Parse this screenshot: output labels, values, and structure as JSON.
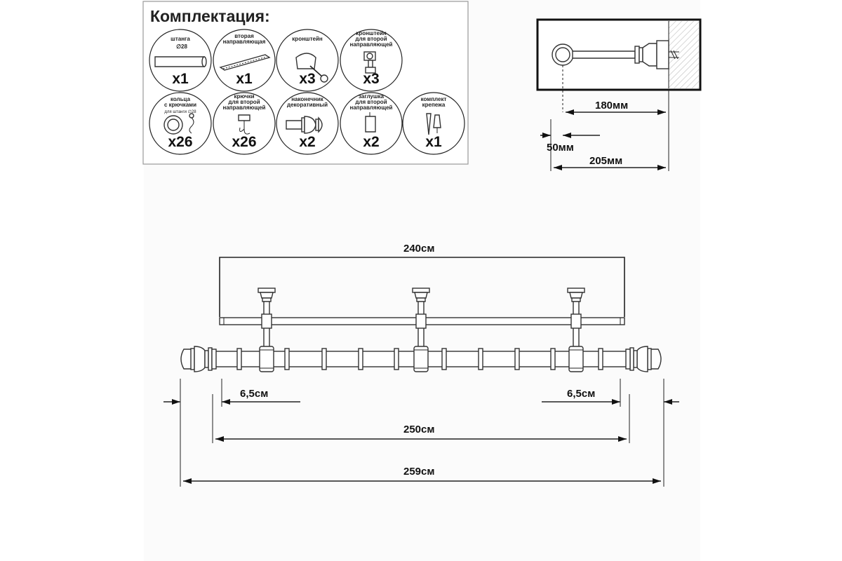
{
  "kit": {
    "title": "Комплектация:",
    "items": [
      {
        "id": "rod",
        "label_lines": [
          "штанга"
        ],
        "note": "∅28",
        "qty": "x1",
        "icon": "rod-icon"
      },
      {
        "id": "second-rail",
        "label_lines": [
          "вторая",
          "направляющая"
        ],
        "note": "",
        "qty": "x1",
        "icon": "rail-icon"
      },
      {
        "id": "bracket",
        "label_lines": [
          "кронштейн"
        ],
        "note": "",
        "qty": "x3",
        "icon": "bracket-icon"
      },
      {
        "id": "rail-bracket",
        "label_lines": [
          "кронштейн",
          "для второй",
          "направляющей"
        ],
        "note": "",
        "qty": "x3",
        "icon": "rail-bracket-icon"
      },
      {
        "id": "rings",
        "label_lines": [
          "кольца",
          "с крючками"
        ],
        "note": "для штанги ∅28",
        "qty": "x26",
        "icon": "ring-icon"
      },
      {
        "id": "hooks",
        "label_lines": [
          "крючки",
          "для второй",
          "направляющей"
        ],
        "note": "",
        "qty": "x26",
        "icon": "hook-icon"
      },
      {
        "id": "finials",
        "label_lines": [
          "наконечник",
          "декоративный"
        ],
        "note": "",
        "qty": "x2",
        "icon": "finial-icon"
      },
      {
        "id": "plugs",
        "label_lines": [
          "заглушка",
          "для второй",
          "направляющей"
        ],
        "note": "",
        "qty": "x2",
        "icon": "plug-icon"
      },
      {
        "id": "fasteners",
        "label_lines": [
          "комплект",
          "крепежа"
        ],
        "note": "",
        "qty": "x1",
        "icon": "screw-icon"
      }
    ]
  },
  "bracket_dims": {
    "projection": "180мм",
    "offset": "50мм",
    "total": "205мм"
  },
  "rod_dims": {
    "rail_length": "240см",
    "left_finial": "6,5см",
    "right_finial": "6,5см",
    "rod_length": "250см",
    "total_length": "259см"
  },
  "colors": {
    "line": "#222222",
    "wall_hatch": "#bbbbbb"
  }
}
